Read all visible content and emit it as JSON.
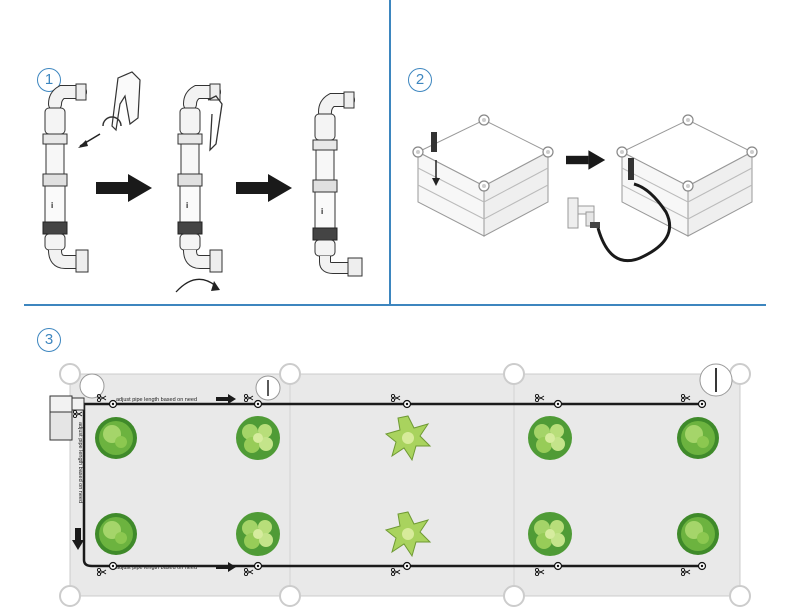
{
  "steps": [
    {
      "number": "1"
    },
    {
      "number": "2"
    },
    {
      "number": "3"
    }
  ],
  "layout_labels": {
    "top": "adjust pipe length  based on need",
    "bottom": "adjust pipe length  based on need",
    "left": "adjust pipe length  based on need"
  },
  "colors": {
    "accent": "#3d86bf",
    "plant": "#8dc63f",
    "hose": "#1a1a1a"
  },
  "icons": [
    "assembly-pipe-icon",
    "clip-icon",
    "arrow-right-icon",
    "rotate-arrow-icon",
    "raised-bed-icon",
    "faucet-icon",
    "scissors-icon",
    "dripper-icon",
    "plant-icon"
  ]
}
